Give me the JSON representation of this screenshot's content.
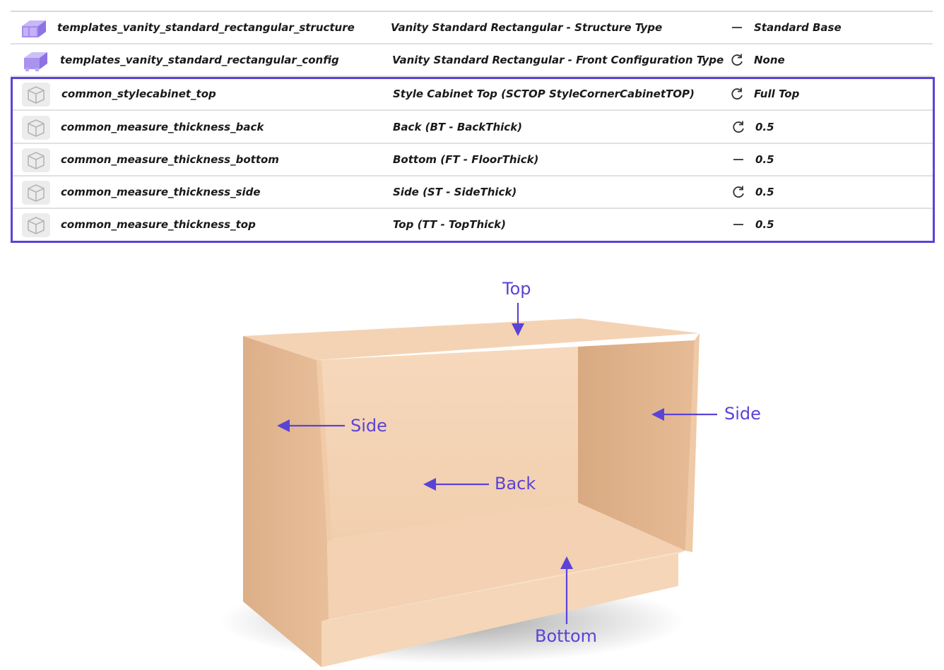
{
  "table": {
    "rows": [
      {
        "id": "templates_vanity_standard_rectangular_structure",
        "description": "Vanity Standard Rectangular - Structure Type",
        "state_icon": "dash-icon",
        "value": "Standard Base",
        "thumb": "vanity-thumbnail-icon"
      },
      {
        "id": "templates_vanity_standard_rectangular_config",
        "description": "Vanity Standard Rectangular - Front Configuration Type",
        "state_icon": "refresh-icon",
        "value": "None",
        "thumb": "vanity-thumbnail-icon"
      },
      {
        "id": "common_stylecabinet_top",
        "description": "Style Cabinet Top (SCTOP StyleCornerCabinetTOP)",
        "state_icon": "refresh-icon",
        "value": "Full Top",
        "thumb": "cube-icon"
      },
      {
        "id": "common_measure_thickness_back",
        "description": "Back (BT - BackThick)",
        "state_icon": "refresh-icon",
        "value": "0.5",
        "thumb": "cube-icon"
      },
      {
        "id": "common_measure_thickness_bottom",
        "description": "Bottom (FT - FloorThick)",
        "state_icon": "dash-icon",
        "value": "0.5",
        "thumb": "cube-icon"
      },
      {
        "id": "common_measure_thickness_side",
        "description": "Side (ST - SideThick)",
        "state_icon": "refresh-icon",
        "value": "0.5",
        "thumb": "cube-icon"
      },
      {
        "id": "common_measure_thickness_top",
        "description": "Top (TT - TopThick)",
        "state_icon": "dash-icon",
        "value": "0.5",
        "thumb": "cube-icon"
      }
    ]
  },
  "diagram": {
    "labels": {
      "top": "Top",
      "side_left": "Side",
      "side_right": "Side",
      "back": "Back",
      "bottom": "Bottom"
    }
  },
  "colors": {
    "accent": "#5b43d6",
    "wood_light": "#f6d9bd",
    "wood_mid": "#ecc6a3",
    "wood_dark": "#d9ab84"
  }
}
